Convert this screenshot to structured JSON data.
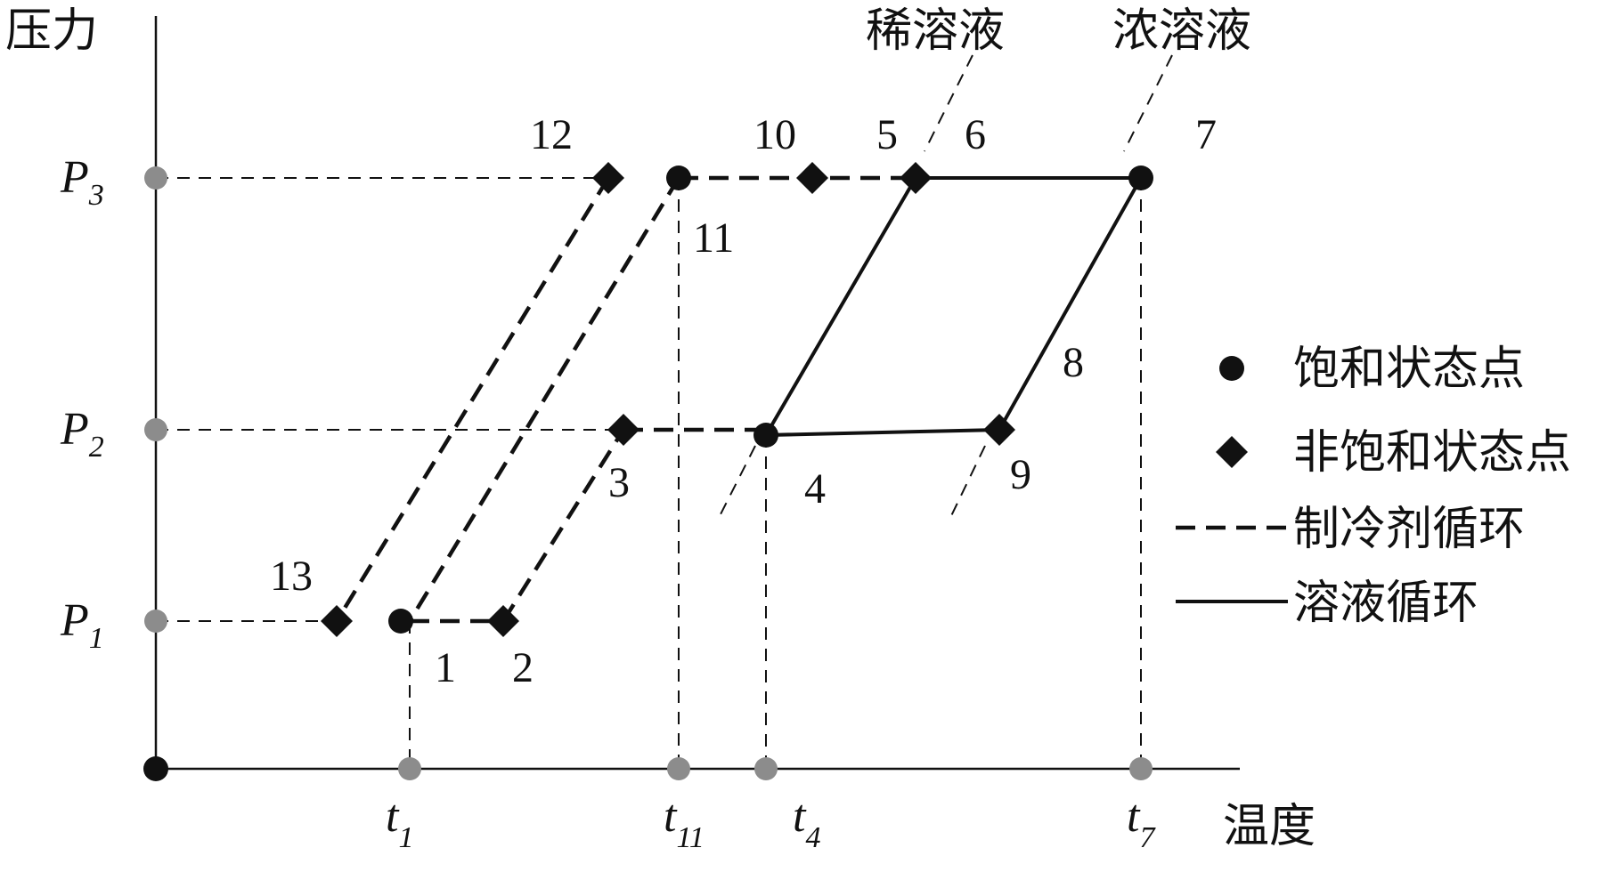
{
  "axes": {
    "y_title": "压力",
    "x_title": "温度"
  },
  "pressure_levels": [
    {
      "id": "P3",
      "base": "P",
      "sub": "3"
    },
    {
      "id": "P2",
      "base": "P",
      "sub": "2"
    },
    {
      "id": "P1",
      "base": "P",
      "sub": "1"
    }
  ],
  "temperature_ticks": [
    {
      "id": "t1",
      "base": "t",
      "sub": "1"
    },
    {
      "id": "t11",
      "base": "t",
      "sub": "11"
    },
    {
      "id": "t4",
      "base": "t",
      "sub": "4"
    },
    {
      "id": "t7",
      "base": "t",
      "sub": "7"
    }
  ],
  "concentration_labels": {
    "dilute": "稀溶液",
    "concentrated": "浓溶液"
  },
  "state_points": {
    "p1": "1",
    "p2": "2",
    "p3": "3",
    "p4": "4",
    "p5": "5",
    "p6": "6",
    "p7": "7",
    "p8": "8",
    "p9": "9",
    "p10": "10",
    "p11": "11",
    "p12": "12",
    "p13": "13"
  },
  "legend": {
    "saturated": "饱和状态点",
    "unsaturated": "非饱和状态点",
    "refrigerant_cycle": "制冷剂循环",
    "solution_cycle": "溶液循环"
  },
  "colors": {
    "ink": "#111111",
    "axis_marker": "#8c8c8c"
  }
}
